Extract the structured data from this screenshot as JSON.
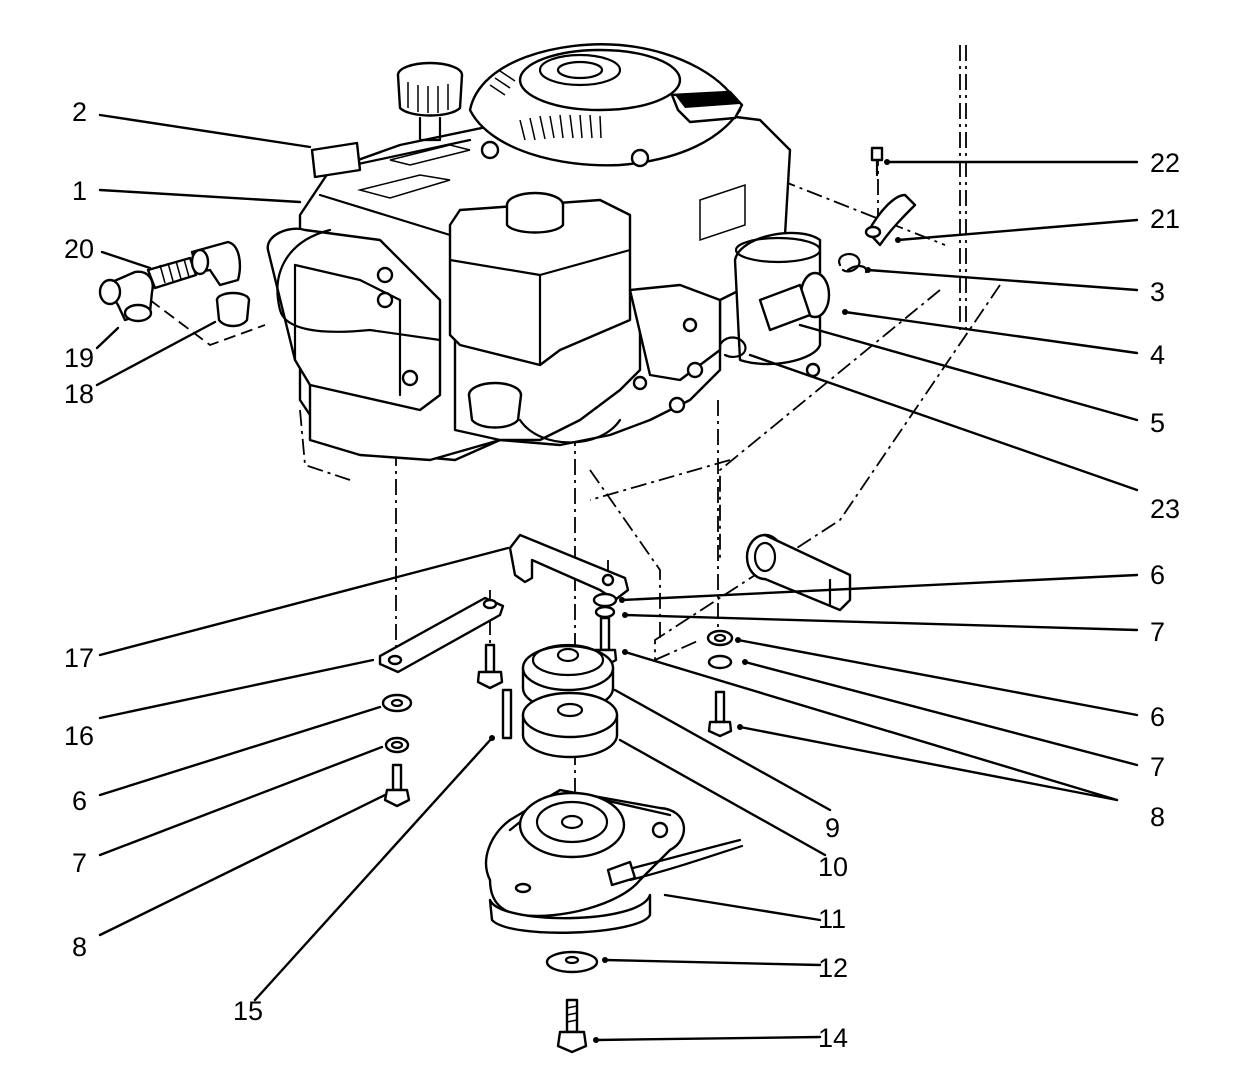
{
  "callouts": [
    {
      "id": "c2",
      "label": "2"
    },
    {
      "id": "c1",
      "label": "1"
    },
    {
      "id": "c20",
      "label": "20"
    },
    {
      "id": "c19",
      "label": "19"
    },
    {
      "id": "c18",
      "label": "18"
    },
    {
      "id": "c22",
      "label": "22"
    },
    {
      "id": "c21",
      "label": "21"
    },
    {
      "id": "c3",
      "label": "3"
    },
    {
      "id": "c4",
      "label": "4"
    },
    {
      "id": "c5",
      "label": "5"
    },
    {
      "id": "c23",
      "label": "23"
    },
    {
      "id": "c6a",
      "label": "6"
    },
    {
      "id": "c7a",
      "label": "7"
    },
    {
      "id": "c6b",
      "label": "6"
    },
    {
      "id": "c7b",
      "label": "7"
    },
    {
      "id": "c8a",
      "label": "8"
    },
    {
      "id": "c9",
      "label": "9"
    },
    {
      "id": "c10",
      "label": "10"
    },
    {
      "id": "c11",
      "label": "11"
    },
    {
      "id": "c12",
      "label": "12"
    },
    {
      "id": "c14",
      "label": "14"
    },
    {
      "id": "c17",
      "label": "17"
    },
    {
      "id": "c16",
      "label": "16"
    },
    {
      "id": "c6c",
      "label": "6"
    },
    {
      "id": "c7c",
      "label": "7"
    },
    {
      "id": "c8b",
      "label": "8"
    },
    {
      "id": "c15",
      "label": "15"
    }
  ]
}
